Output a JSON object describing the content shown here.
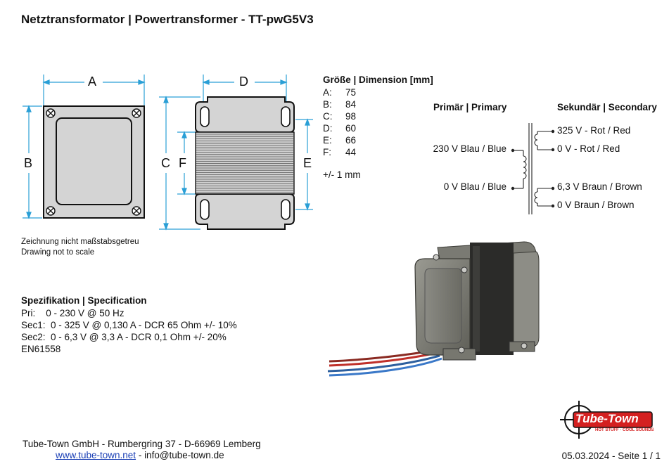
{
  "title": "Netztransformator | Powertransformer - TT-pwG5V3",
  "drawing": {
    "labels": {
      "A": "A",
      "B": "B",
      "C": "C",
      "D": "D",
      "E": "E",
      "F": "F"
    },
    "note_de": "Zeichnung nicht maßstabsgetreu",
    "note_en": "Drawing not to scale"
  },
  "dimensions": {
    "header": "Größe | Dimension [mm]",
    "rows": [
      {
        "key": "A:",
        "value": "75"
      },
      {
        "key": "B:",
        "value": "84"
      },
      {
        "key": "C:",
        "value": "98"
      },
      {
        "key": "D:",
        "value": "60"
      },
      {
        "key": "E:",
        "value": "66"
      },
      {
        "key": "F:",
        "value": "44"
      }
    ],
    "tolerance": "+/- 1 mm"
  },
  "schematic": {
    "primary_header": "Primär | Primary",
    "secondary_header": "Sekundär | Secondary",
    "primary_top": "230 V Blau / Blue",
    "primary_bottom": "0 V Blau / Blue",
    "sec1_top": "325 V - Rot / Red",
    "sec1_bottom": "0 V -  Rot / Red",
    "sec2_top": "6,3 V Braun / Brown",
    "sec2_bottom": "0 V Braun / Brown"
  },
  "specification": {
    "header": "Spezifikation | Specification",
    "lines": [
      "Pri:    0 - 230 V @ 50 Hz",
      "Sec1:  0 - 325 V @ 0,130 A - DCR 65 Ohm +/- 10%",
      "Sec2:  0 - 6,3 V @ 3,3 A - DCR 0,1 Ohm +/- 20%",
      "EN61558"
    ]
  },
  "footer": {
    "company": "Tube-Town GmbH - Rumbergring 37 - D-66969 Lemberg",
    "website": "www.tube-town.net",
    "separator": " - ",
    "email": "info@tube-town.de",
    "date_page": "05.03.2024 - Seite 1 / 1"
  },
  "logo": {
    "brand": "Tube-Town",
    "tagline": "HOT STUFF · COOL SOUNDS"
  },
  "colors": {
    "dim_line": "#2a9fd6",
    "logo_red": "#d42020",
    "frame_fill": "#d4d4d4",
    "wire_red": "#c0302a",
    "wire_blue": "#3a78c8"
  }
}
